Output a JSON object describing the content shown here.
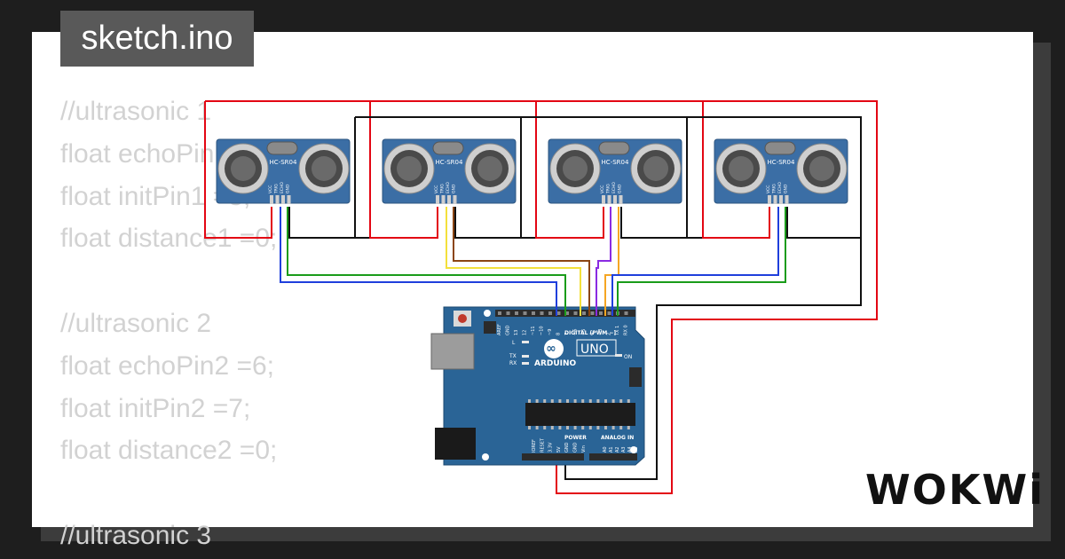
{
  "tab": {
    "title": "sketch.ino"
  },
  "code": {
    "lines": [
      "//ultrasonic 1",
      "float echoPin1 =3;",
      "float initPin1 =3;",
      "float distance1 =0;",
      "",
      "//ultrasonic 2",
      "float echoPin2 =6;",
      "float initPin2 =7;",
      "float distance2 =0;",
      "",
      "//ultrasonic 3"
    ]
  },
  "sensors": [
    {
      "model": "HC-SR04",
      "pins": [
        "VCC",
        "TRIG",
        "ECHO",
        "GND"
      ]
    },
    {
      "model": "HC-SR04",
      "pins": [
        "VCC",
        "TRIG",
        "ECHO",
        "GND"
      ]
    },
    {
      "model": "HC-SR04",
      "pins": [
        "VCC",
        "TRIG",
        "ECHO",
        "GND"
      ]
    },
    {
      "model": "HC-SR04",
      "pins": [
        "VCC",
        "TRIG",
        "ECHO",
        "GND"
      ]
    }
  ],
  "board": {
    "brand": "ARDUINO",
    "model": "UNO",
    "digital_label": "DIGITAL (PWM ~)",
    "power_label": "POWER",
    "analog_label": "ANALOG IN",
    "on_label": "ON",
    "l_label": "L",
    "tx_label": "TX",
    "rx_label": "RX",
    "top_header_labels": [
      "AREF",
      "GND",
      "13",
      "12",
      "~11",
      "~10",
      "~9",
      "8",
      "7",
      "~6",
      "~5",
      "4",
      "~3",
      "2",
      "TX 1",
      "RX 0"
    ],
    "power_pins": [
      "IOREF",
      "RESET",
      "3.3V",
      "5V",
      "GND",
      "GND",
      "Vin"
    ],
    "analog_pins": [
      "A0",
      "A1",
      "A2",
      "A3",
      "A4",
      "A5"
    ]
  },
  "wire_colors": {
    "power": "#e30613",
    "ground": "#111111",
    "blue": "#1f3fdc",
    "green": "#1a9c1a",
    "yellow": "#f3e03b",
    "brown": "#8b4513",
    "purple": "#8a2be2",
    "orange": "#f5a623",
    "board": "#2a6496",
    "sensor": "#3b6ea5"
  },
  "logo": {
    "text": "WOKWi"
  }
}
